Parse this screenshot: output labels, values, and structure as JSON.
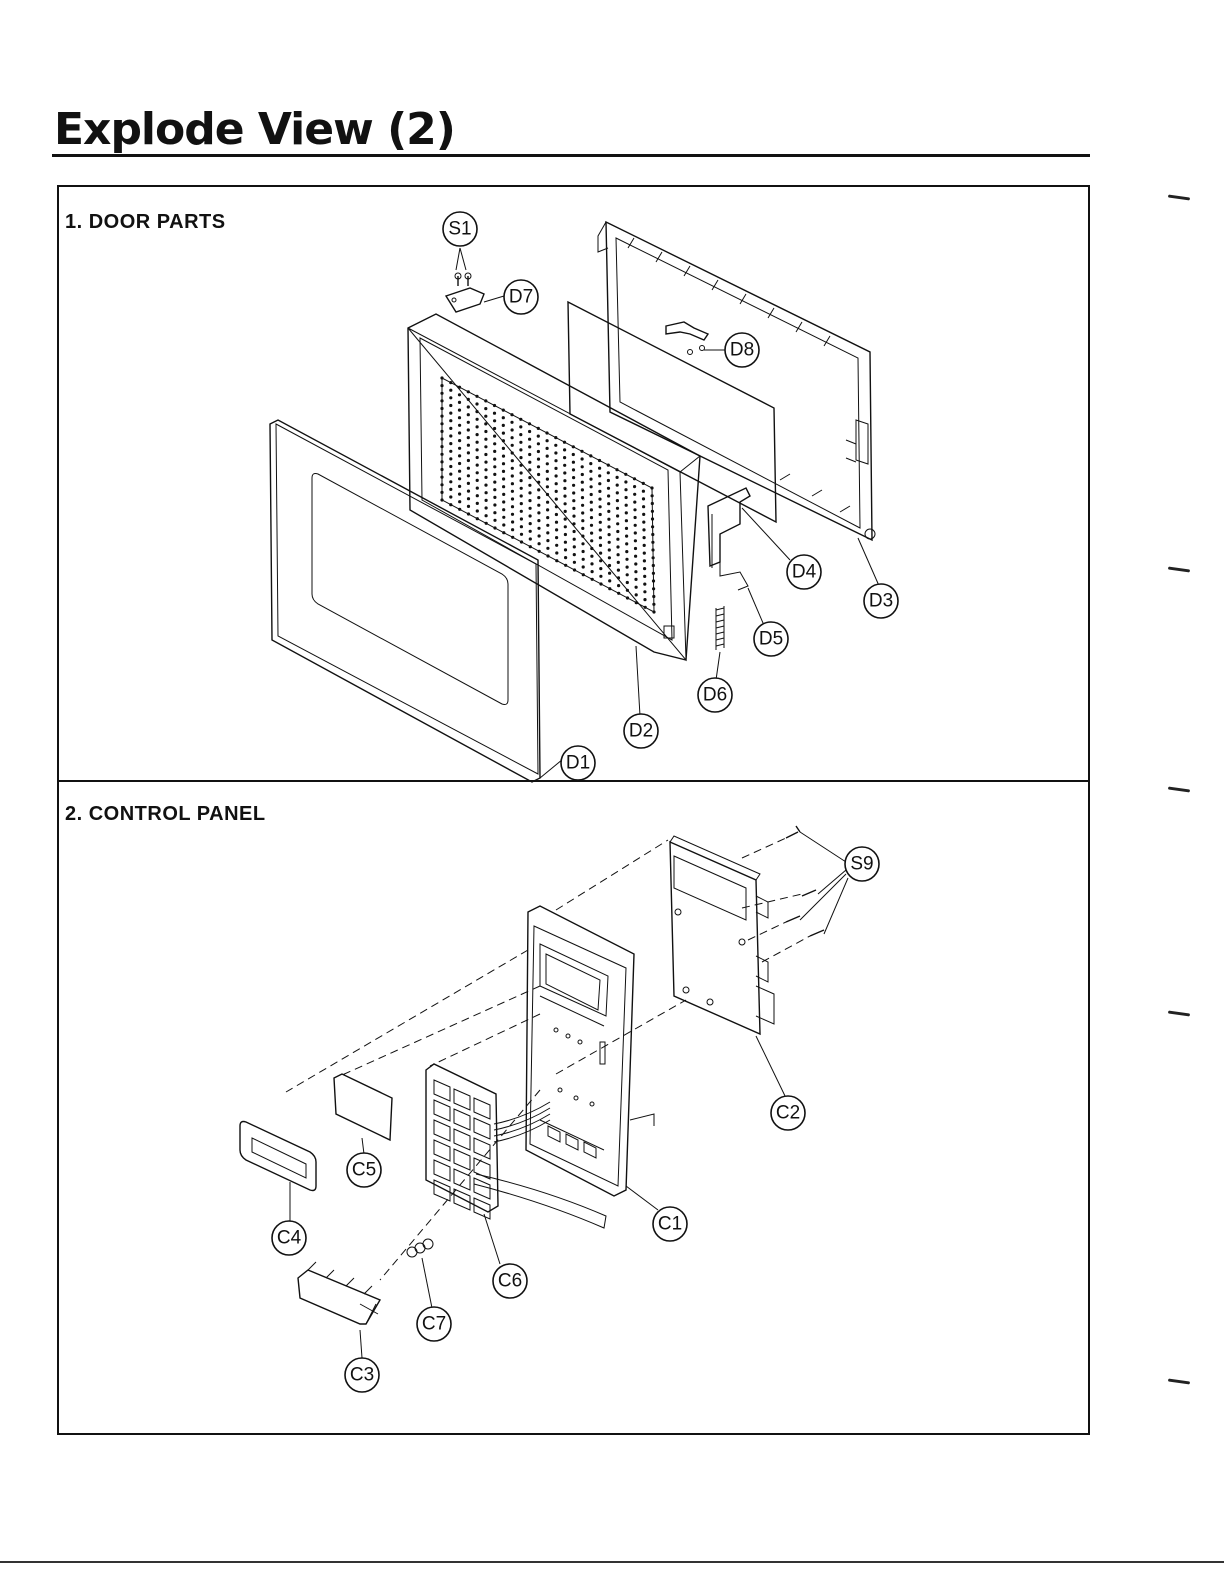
{
  "page": {
    "title": "Explode View (2)"
  },
  "sections": {
    "door": {
      "label": "1. DOOR PARTS"
    },
    "panel": {
      "label": "2. CONTROL PANEL"
    }
  },
  "callouts": {
    "S1": "S1",
    "D1": "D1",
    "D2": "D2",
    "D3": "D3",
    "D4": "D4",
    "D5": "D5",
    "D6": "D6",
    "D7": "D7",
    "D8": "D8",
    "S9": "S9",
    "C1": "C1",
    "C2": "C2",
    "C3": "C3",
    "C4": "C4",
    "C5": "C5",
    "C6": "C6",
    "C7": "C7"
  }
}
